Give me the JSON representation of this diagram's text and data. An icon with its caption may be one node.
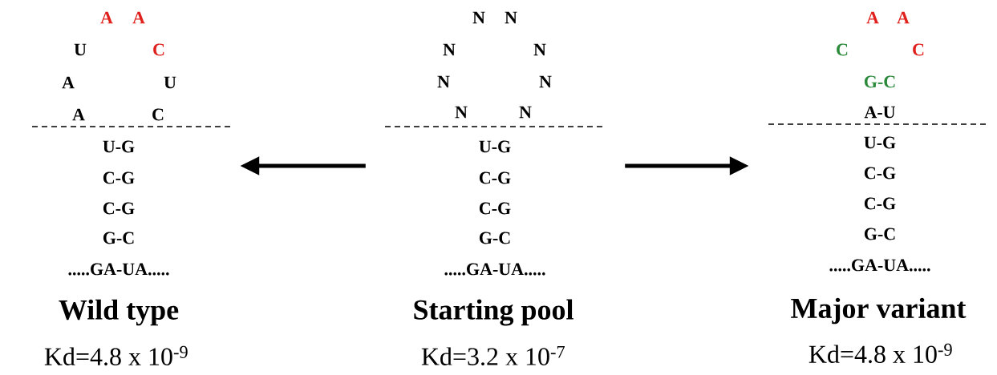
{
  "diagram": {
    "nodes": [
      {
        "text": [
          "A",
          "A",
          "U",
          "C",
          "A",
          "U",
          "A",
          "C",
          "U-G",
          "C-G",
          "C-G",
          "G-C",
          ".....GA-UA.....",
          "Wild type",
          "Kd=4.8 x 10$^{-9}$"
        ]
      },
      {
        "text": [
          "N",
          "N",
          "N",
          "N",
          "N",
          "N",
          "N",
          "N",
          "U-G",
          "C-G",
          "C-G",
          "G-C",
          ".....GA-UA.....",
          "Starting pool",
          "Kd=3.2 x 10$^{-7}$"
        ]
      },
      {
        "text": [
          "A",
          "A",
          "C",
          "C",
          "G-C",
          "A-U",
          "U-G",
          "C-G",
          "C-G",
          "G-C",
          ".....GA-UA.....",
          "Major variant",
          "Kd=4.8 x 10$^{-9}$"
        ]
      }
    ],
    "edges": [
      {
        "from": 1,
        "to": 0,
        "arrow": "to"
      },
      {
        "from": 1,
        "to": 2,
        "arrow": "to"
      }
    ]
  }
}
